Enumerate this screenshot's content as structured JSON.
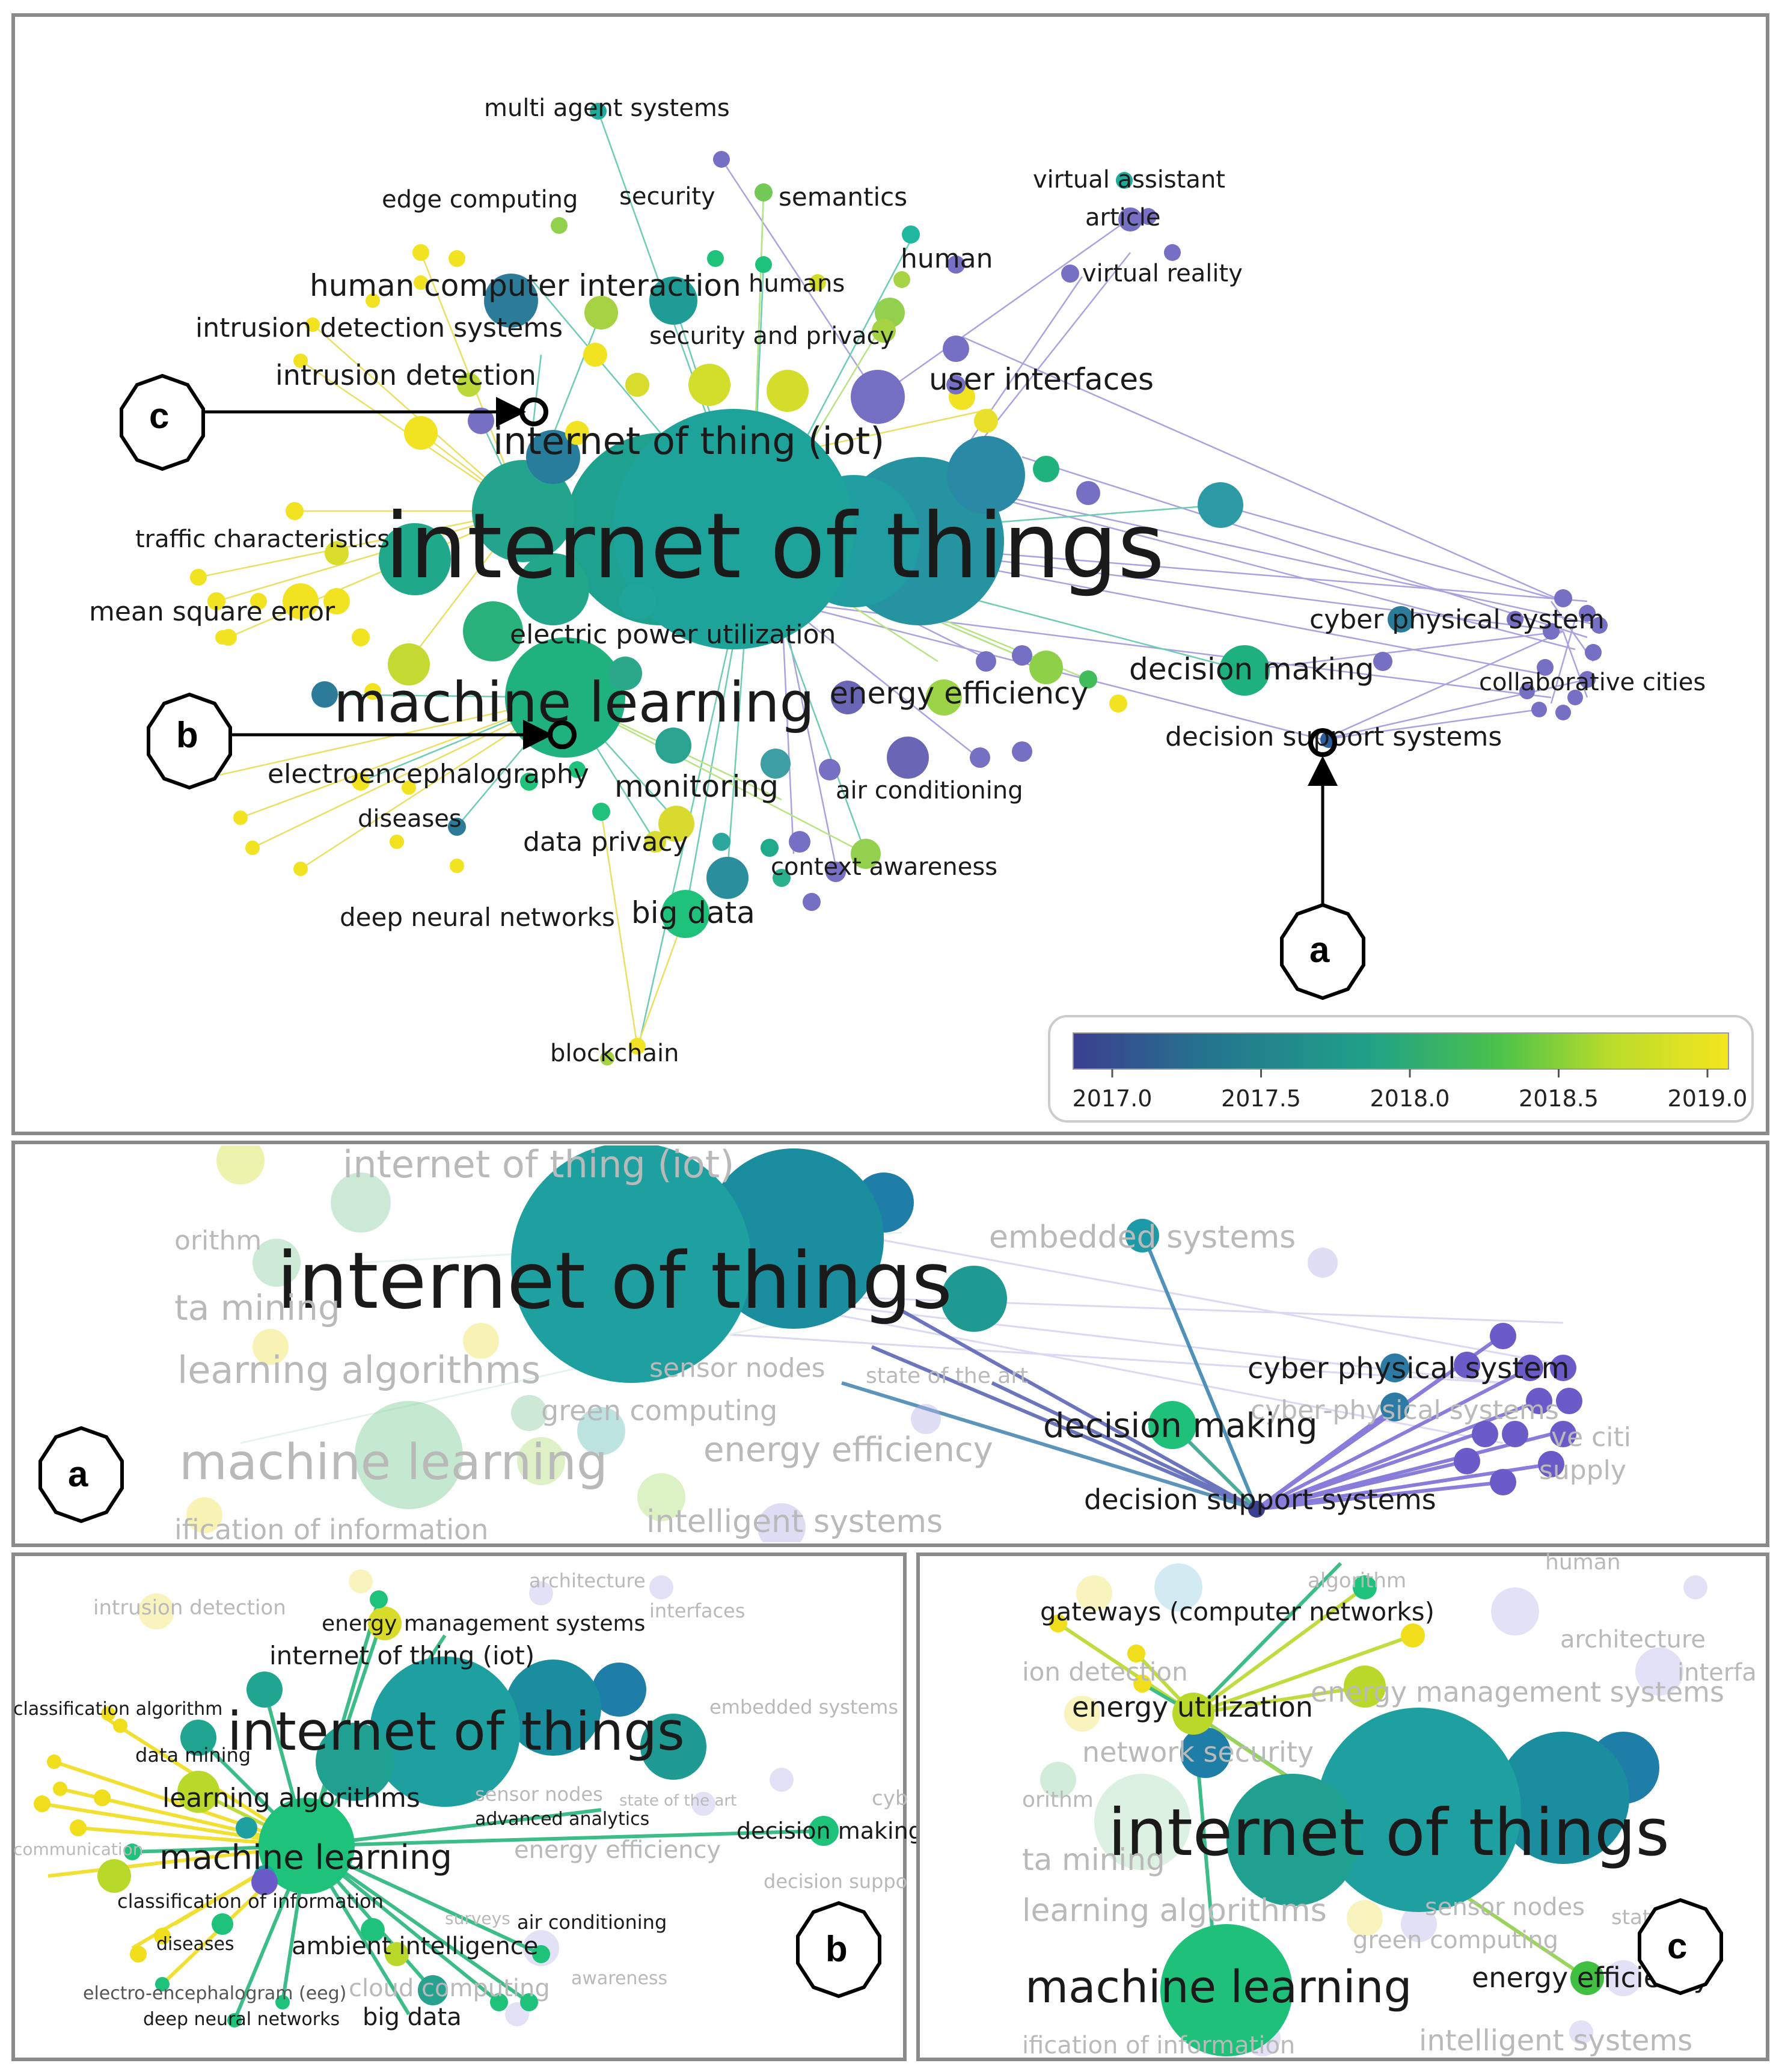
{
  "main_labels": {
    "multi_agent_systems": "multi agent systems",
    "edge_computing": "edge computing",
    "security": "security",
    "semantics": "semantics",
    "virtual_assistant": "virtual assistant",
    "article": "article",
    "human": "human",
    "humans": "humans",
    "virtual_reality": "virtual reality",
    "human_computer_interaction": "human computer interaction",
    "intrusion_detection_systems": "intrusion detection systems",
    "security_and_privacy": "security and privacy",
    "intrusion_detection": "intrusion detection",
    "user_interfaces": "user interfaces",
    "internet_of_thing_iot": "internet of thing (iot)",
    "internet_of_things": "internet of things",
    "traffic_characteristics": "traffic characteristics",
    "mean_square_error": "mean square error",
    "electric_power_utilization": "electric power utilization",
    "cyber_physical_system": "cyber physical system",
    "collaborative_cities": "collaborative cities",
    "decision_making": "decision making",
    "machine_learning": "machine learning",
    "energy_efficiency": "energy efficiency",
    "decision_support_systems": "decision support systems",
    "electroencephalography": "electroencephalography",
    "monitoring": "monitoring",
    "air_conditioning": "air conditioning",
    "diseases": "diseases",
    "data_privacy": "data privacy",
    "context_awareness": "context awareness",
    "deep_neural_networks": "deep neural networks",
    "big_data": "big data",
    "blockchain": "blockchain"
  },
  "markers": {
    "a": "a",
    "b": "b",
    "c": "c"
  },
  "color_scale": {
    "ticks": [
      "2017.0",
      "2017.5",
      "2018.0",
      "2018.5",
      "2019.0"
    ],
    "colors": [
      "#3b3f8f",
      "#24738e",
      "#1fa187",
      "#4bc24a",
      "#b9dc2a",
      "#f4e61e"
    ]
  },
  "panel_a": {
    "internet_of_thing_iot": "internet of thing (iot)",
    "orithm": "orithm",
    "embedded_systems": "embedded systems",
    "internet_of_things": "internet of things",
    "ta_mining": "ta mining",
    "learning_algorithms": "learning algorithms",
    "sensor_nodes": "sensor nodes",
    "state_of_the_art": "state of the art",
    "green_computing": "green computing",
    "cyber_physical_system": "cyber physical system",
    "cyber_physical_systems": "cyber-physical systems",
    "machine_learning": "machine learning",
    "energy_efficiency": "energy efficiency",
    "decision_making": "decision making",
    "ve_citi": "ve citi",
    "supply": "supply",
    "decision_support_systems": "decision support systems",
    "ification_of_information": "ification of information",
    "intelligent_systems": "intelligent systems"
  },
  "panel_b": {
    "architecture": "architecture",
    "intrusion_detection": "intrusion detection",
    "energy_management_systems": "energy management systems",
    "interfaces": "interfaces",
    "internet_of_thing_iot": "internet of thing (iot)",
    "classification_algorithm": "classification algorithm",
    "embedded_systems": "embedded systems",
    "internet_of_things": "internet of things",
    "data_mining": "data mining",
    "learning_algorithms": "learning algorithms",
    "sensor_nodes": "sensor nodes",
    "state_of_the_art": "state of the art",
    "cyb": "cyb",
    "advanced_analytics": "advanced analytics",
    "communication": "communication",
    "decision_making": "decision making",
    "machine_learning": "machine learning",
    "energy_efficiency": "energy efficiency",
    "decision_suppo": "decision suppo",
    "classification_of_information": "classification of information",
    "surveys": "surveys",
    "air_conditioning": "air conditioning",
    "diseases": "diseases",
    "ambient_intelligence": "ambient intelligence",
    "awareness": "awareness",
    "electro_encephalogram_eeg": "electro-encephalogram (eeg)",
    "cloud_computing": "cloud computing",
    "deep_neural_networks": "deep neural networks",
    "big_data": "big data"
  },
  "panel_c": {
    "algorithm": "algorithm",
    "human": "human",
    "gateways_computer_networks": "gateways (computer networks)",
    "architecture": "architecture",
    "ion_detection": "ion detection",
    "interfa": "interfa",
    "energy_utilization": "energy utilization",
    "energy_management_systems": "energy management systems",
    "network_security": "network security",
    "orithm": "orithm",
    "internet_of_things": "internet of things",
    "ta_mining": "ta mining",
    "learning_algorithms": "learning algorithms",
    "sensor_nodes": "sensor nodes",
    "state_of": "state of",
    "green_computing": "green computing",
    "machine_learning": "machine learning",
    "energy_efficiency": "energy efficiency",
    "ification_of_information": "ification of information",
    "intelligent_systems": "intelligent systems"
  }
}
